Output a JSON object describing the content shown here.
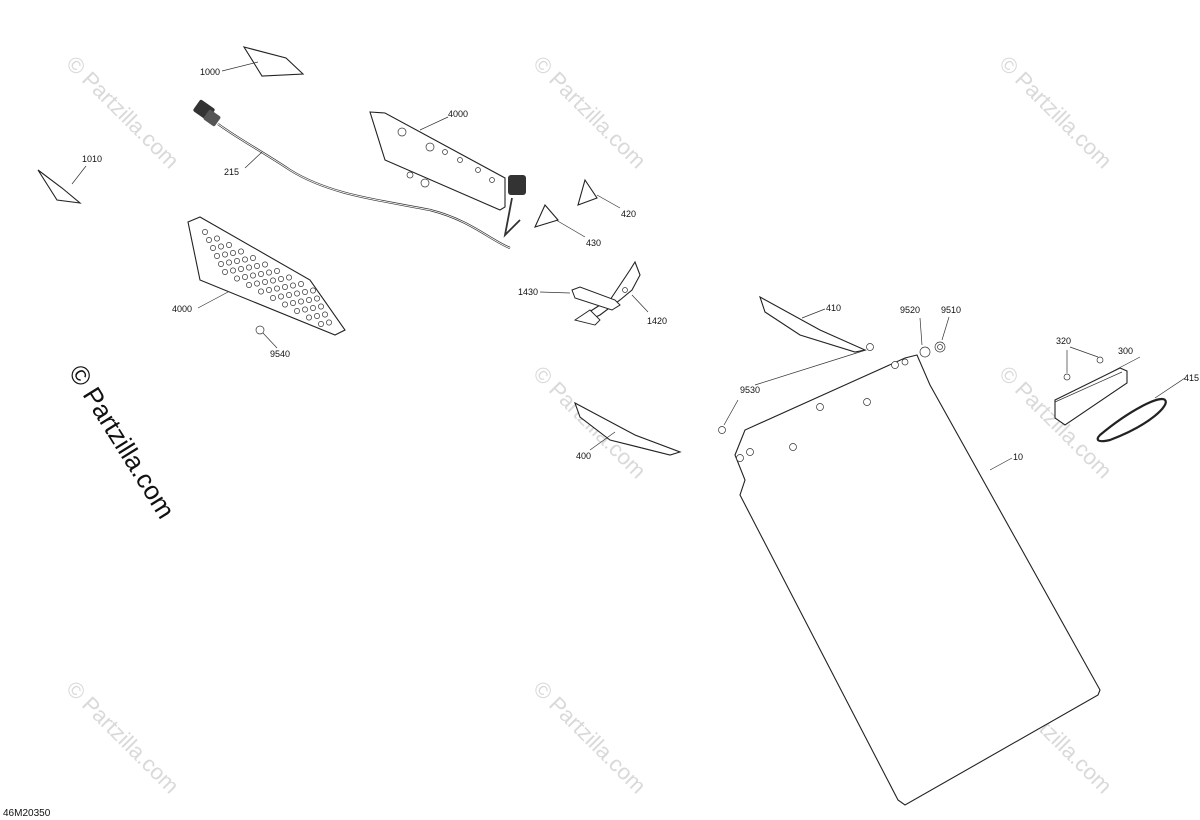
{
  "diagram_code": "46M20350",
  "watermark": {
    "text": "© Partzilla.com",
    "color": "#d9d9d9"
  },
  "callouts": [
    {
      "id": "c1000",
      "label": "1000"
    },
    {
      "id": "c1010",
      "label": "1010"
    },
    {
      "id": "c215",
      "label": "215"
    },
    {
      "id": "c4000a",
      "label": "4000"
    },
    {
      "id": "c4000b",
      "label": "4000"
    },
    {
      "id": "c420",
      "label": "420"
    },
    {
      "id": "c430",
      "label": "430"
    },
    {
      "id": "c1430",
      "label": "1430"
    },
    {
      "id": "c1420",
      "label": "1420"
    },
    {
      "id": "c9540",
      "label": "9540"
    },
    {
      "id": "c410",
      "label": "410"
    },
    {
      "id": "c9520",
      "label": "9520"
    },
    {
      "id": "c9510",
      "label": "9510"
    },
    {
      "id": "c320",
      "label": "320"
    },
    {
      "id": "c300",
      "label": "300"
    },
    {
      "id": "c415",
      "label": "415"
    },
    {
      "id": "c9530",
      "label": "9530"
    },
    {
      "id": "c400",
      "label": "400"
    },
    {
      "id": "c10",
      "label": "10"
    }
  ]
}
